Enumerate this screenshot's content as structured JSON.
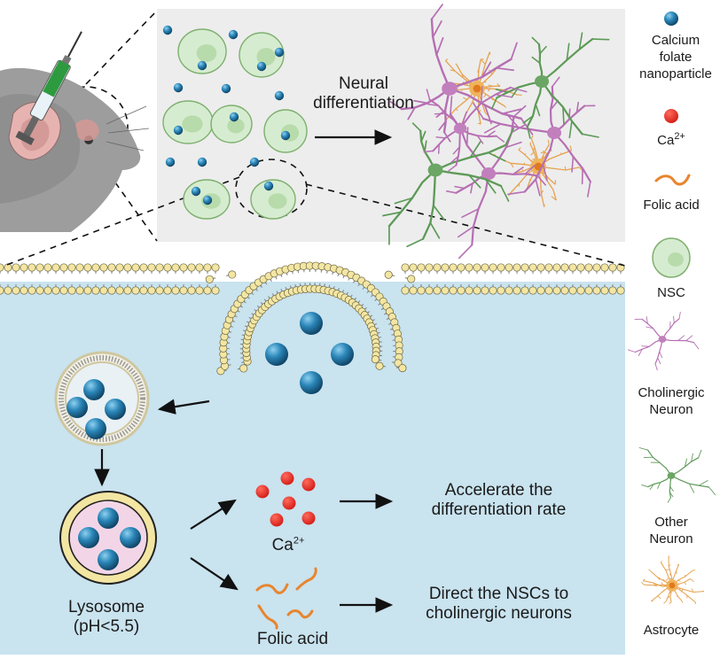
{
  "top_panel": {
    "arrow_label": [
      "Neural",
      "differentiation"
    ]
  },
  "legend": {
    "items": [
      {
        "id": "nanoparticle",
        "label": [
          "Calcium",
          "folate",
          "nanoparticle"
        ]
      },
      {
        "id": "ca",
        "label_base": "Ca",
        "label_sup": "2+"
      },
      {
        "id": "folic",
        "label": [
          "Folic acid"
        ]
      },
      {
        "id": "nsc",
        "label": [
          "NSC"
        ]
      },
      {
        "id": "cholinergic",
        "label": [
          "Cholinergic",
          "Neuron"
        ]
      },
      {
        "id": "other",
        "label": [
          "Other",
          "Neuron"
        ]
      },
      {
        "id": "astro",
        "label": [
          "Astrocyte"
        ]
      }
    ]
  },
  "mechanism": {
    "lysosome_label": [
      "Lysosome",
      "(pH<5.5)"
    ],
    "ca_label_base": "Ca",
    "ca_label_sup": "2+",
    "folic_label": "Folic acid",
    "outcome_1": [
      "Accelerate the",
      "differentiation rate"
    ],
    "outcome_2": [
      "Direct the NSCs to",
      "cholinergic neurons"
    ]
  },
  "colors": {
    "cytoplasm": "#c9e3ef",
    "top_panel_bg": "#ededed",
    "nanoparticle": "#1f6f9a",
    "calcium": "#e0231f",
    "folic_acid": "#e8852d",
    "nsc_fill": "#d6ecd0",
    "cholinergic": "#b66fb3",
    "other_neuron": "#5d9a57",
    "astrocyte": "#e6a24f",
    "lipid_head": "#f3e6a3",
    "lysosome_ring": "#f3e6a3",
    "lysosome_inner": "#f2d6e7"
  }
}
